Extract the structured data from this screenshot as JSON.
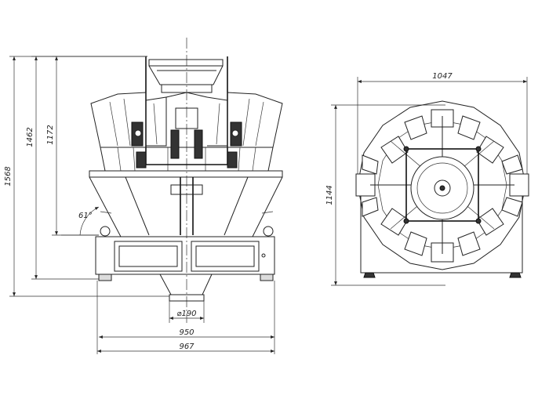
{
  "dimensions": {
    "total_height": "1568",
    "height_to_hopper": "1462",
    "height_to_buckets": "1172",
    "outlet_diameter": "⌀190",
    "frame_width": "950",
    "base_width": "967",
    "top_width": "1047",
    "top_depth": "1144",
    "chute_angle": "61°"
  }
}
